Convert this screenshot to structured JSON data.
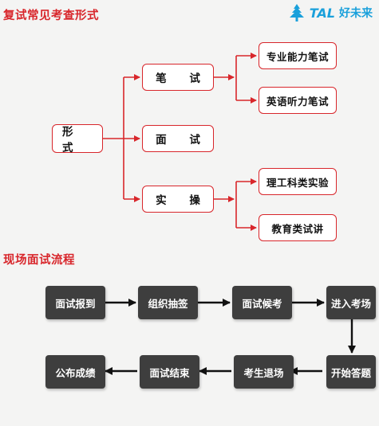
{
  "heading_forms": "复试常见考查形式",
  "heading_process": "现场面试流程",
  "logo": {
    "brand": "TAL",
    "name": "好未来",
    "icon": "tal-tree-icon",
    "color": "#1aa0db"
  },
  "accent_color": "#d8262b",
  "tree": {
    "root": "形式",
    "branches": [
      {
        "label": "笔 试",
        "children": [
          "专业能力笔试",
          "英语听力笔试"
        ]
      },
      {
        "label": "面 试",
        "children": []
      },
      {
        "label": "实 操",
        "children": [
          "理工科类实验",
          "教育类试讲"
        ]
      }
    ]
  },
  "process_steps": [
    "面试报到",
    "组织抽签",
    "面试候考",
    "进入考场",
    "开始答题",
    "考生退场",
    "面试结束",
    "公布成绩"
  ]
}
